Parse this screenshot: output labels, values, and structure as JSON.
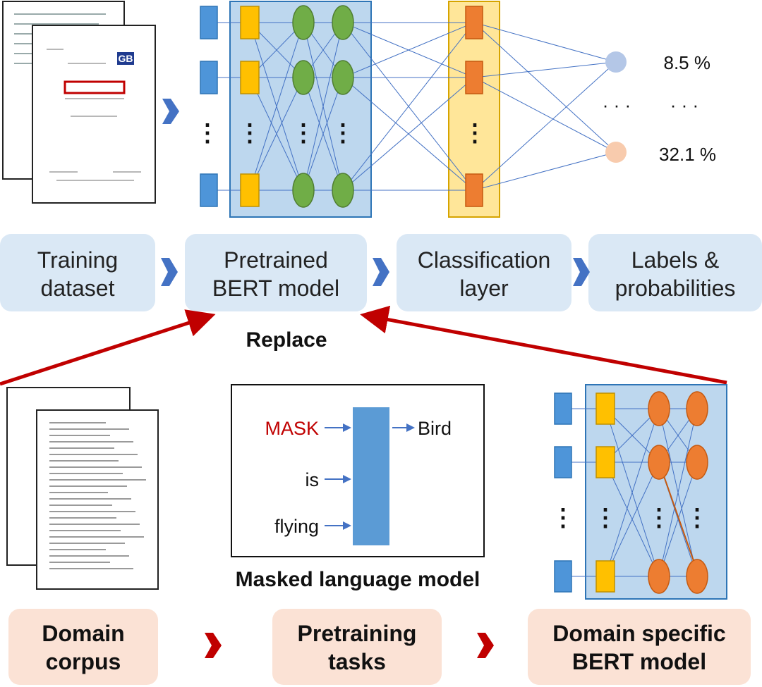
{
  "top_stages": [
    {
      "line1": "Training",
      "line2": "dataset"
    },
    {
      "line1": "Pretrained",
      "line2": "BERT model"
    },
    {
      "line1": "Classification",
      "line2": "layer"
    },
    {
      "line1": "Labels &",
      "line2": "probabilities"
    }
  ],
  "bottom_stages": [
    {
      "line1": "Domain",
      "line2": "corpus"
    },
    {
      "line1": "Pretraining",
      "line2": "tasks"
    },
    {
      "line1": "Domain specific",
      "line2": "BERT model"
    }
  ],
  "outputs": [
    {
      "value": "8.5 %",
      "color": "#b4c7e7"
    },
    {
      "value": "...",
      "color": ""
    },
    {
      "value": "32.1 %",
      "color": "#f8cbad"
    }
  ],
  "replace_label": "Replace",
  "mlm": {
    "caption": "Masked language model",
    "inputs": [
      "MASK",
      "is",
      "flying"
    ],
    "output": "Bird"
  },
  "doc_logo": "GB",
  "colors": {
    "input_node": "#4e95d9",
    "yellow_node": "#ffc000",
    "green_node": "#70ad47",
    "orange_node": "#ed7d31",
    "bert_box": "#bdd7ee",
    "cls_box": "#ffe699",
    "top_stage_bg": "#dae8f5",
    "bottom_stage_bg": "#fbe2d5",
    "blue_arrow": "#4472c4",
    "red_arrow": "#c00000",
    "mask_text": "#c00000"
  }
}
